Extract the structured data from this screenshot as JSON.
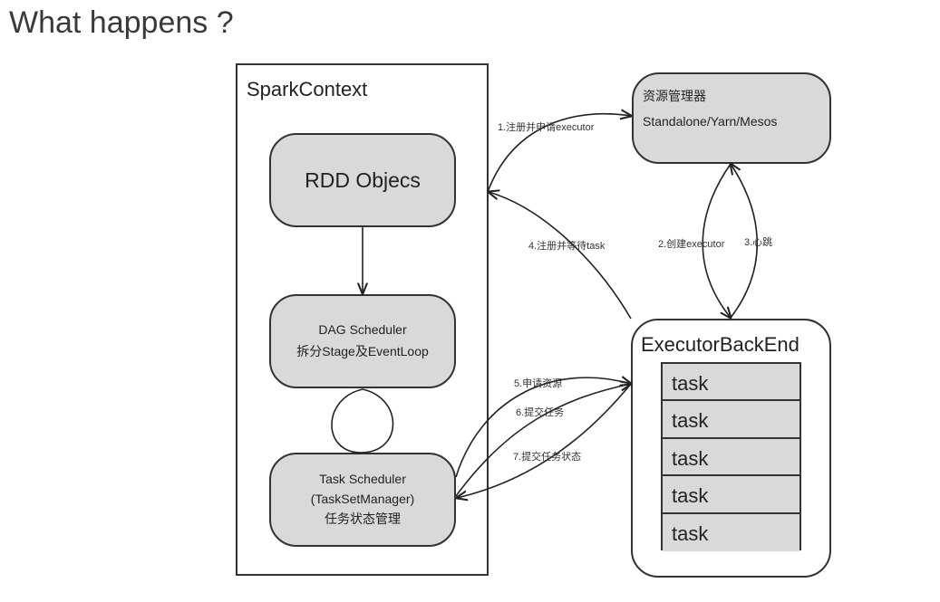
{
  "title": "What happens ?",
  "spark_context": {
    "label": "SparkContext",
    "rdd_objects": "RDD Objecs",
    "dag_scheduler": {
      "line1": "DAG Scheduler",
      "line2": "拆分Stage及EventLoop"
    },
    "task_scheduler": {
      "line1": "Task Scheduler",
      "line2": "(TaskSetManager)",
      "line3": "任务状态管理"
    }
  },
  "resource_manager": {
    "line1": "资源管理器",
    "line2": "Standalone/Yarn/Mesos"
  },
  "executor_backend": {
    "label": "ExecutorBackEnd",
    "tasks": [
      "task",
      "task",
      "task",
      "task",
      "task"
    ]
  },
  "edges": {
    "e1": "1.注册并申请executor",
    "e2": "2.创建executor",
    "e3": "3.心跳",
    "e4": "4.注册并等待task",
    "e5": "5.申请资源",
    "e6": "6.提交任务",
    "e7": "7.提交任务状态"
  }
}
